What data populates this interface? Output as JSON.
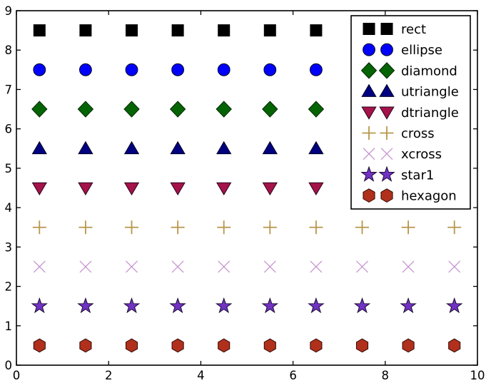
{
  "figure": {
    "background": "#ffffff",
    "axis_color": "#000000"
  },
  "chart_data": {
    "type": "scatter",
    "title": "",
    "xlabel": "",
    "ylabel": "",
    "xlim": [
      0,
      10
    ],
    "ylim": [
      0,
      9
    ],
    "grid": false,
    "xticks": [
      0,
      2,
      4,
      6,
      8,
      10
    ],
    "xtick_labels": [
      "0",
      "2",
      "4",
      "6",
      "8",
      "10"
    ],
    "yticks": [
      0,
      1,
      2,
      3,
      4,
      5,
      6,
      7,
      8,
      9
    ],
    "ytick_labels": [
      "0",
      "1",
      "2",
      "3",
      "4",
      "5",
      "6",
      "7",
      "8",
      "9"
    ],
    "x": [
      0.5,
      1.5,
      2.5,
      3.5,
      4.5,
      5.5,
      6.5,
      7.5,
      8.5,
      9.5
    ],
    "series": [
      {
        "name": "rect",
        "marker": "square",
        "y": 8.5,
        "fill": "#000000",
        "edge": "#000000"
      },
      {
        "name": "ellipse",
        "marker": "circle",
        "y": 7.5,
        "fill": "#0000ff",
        "edge": "#000022"
      },
      {
        "name": "diamond",
        "marker": "diamond",
        "y": 6.5,
        "fill": "#046404",
        "edge": "#002200"
      },
      {
        "name": "utriangle",
        "marker": "triangle-up",
        "y": 5.5,
        "fill": "#000080",
        "edge": "#000020"
      },
      {
        "name": "dtriangle",
        "marker": "triangle-down",
        "y": 4.5,
        "fill": "#a6124a",
        "edge": "#22041a"
      },
      {
        "name": "cross",
        "marker": "plus",
        "y": 3.5,
        "fill": "#b8964a",
        "edge": "#b8964a"
      },
      {
        "name": "xcross",
        "marker": "x",
        "y": 2.5,
        "fill": "#c48fce",
        "edge": "#c48fce"
      },
      {
        "name": "star1",
        "marker": "star5",
        "y": 1.5,
        "fill": "#7132c4",
        "edge": "#1a0a30"
      },
      {
        "name": "hexagon",
        "marker": "hexagon",
        "y": 0.5,
        "fill": "#b0301c",
        "edge": "#300804"
      }
    ],
    "legend": {
      "position": "upper-right",
      "markers_per_entry": 2,
      "labels": [
        "rect",
        "ellipse",
        "diamond",
        "utriangle",
        "dtriangle",
        "cross",
        "xcross",
        "star1",
        "hexagon"
      ]
    }
  }
}
